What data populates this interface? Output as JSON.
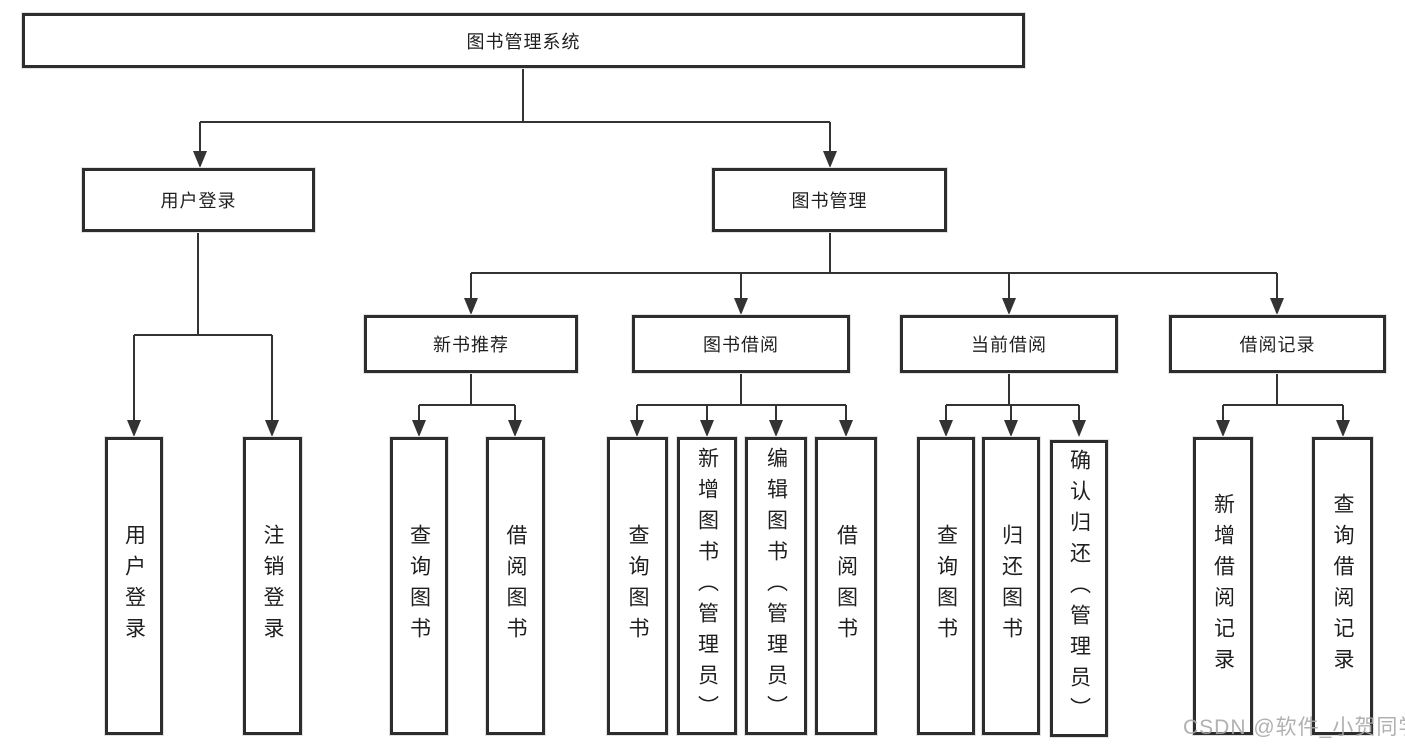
{
  "diagram": {
    "type": "hierarchy-tree",
    "root": {
      "label": "图书管理系统"
    },
    "children": [
      {
        "label": "用户登录",
        "children": [
          {
            "label": "用户登录"
          },
          {
            "label": "注销登录"
          }
        ]
      },
      {
        "label": "图书管理",
        "children": [
          {
            "label": "新书推荐",
            "children": [
              {
                "label": "查询图书"
              },
              {
                "label": "借阅图书"
              }
            ]
          },
          {
            "label": "图书借阅",
            "children": [
              {
                "label": "查询图书"
              },
              {
                "label": "新增图书（管理员）"
              },
              {
                "label": "编辑图书（管理员）"
              },
              {
                "label": "借阅图书"
              }
            ]
          },
          {
            "label": "当前借阅",
            "children": [
              {
                "label": "查询图书"
              },
              {
                "label": "归还图书"
              },
              {
                "label": "确认归还（管理员）"
              }
            ]
          },
          {
            "label": "借阅记录",
            "children": [
              {
                "label": "新增借阅记录"
              },
              {
                "label": "查询借阅记录"
              }
            ]
          }
        ]
      }
    ]
  },
  "watermark": {
    "text": "CSDN @软件_小贺同学",
    "color": "#a8a8a8"
  },
  "colors": {
    "line": "#333333",
    "box_border": "#2d2d2d",
    "box_fill": "#ffffff",
    "text": "#1f1f1f",
    "background": "#ffffff"
  }
}
